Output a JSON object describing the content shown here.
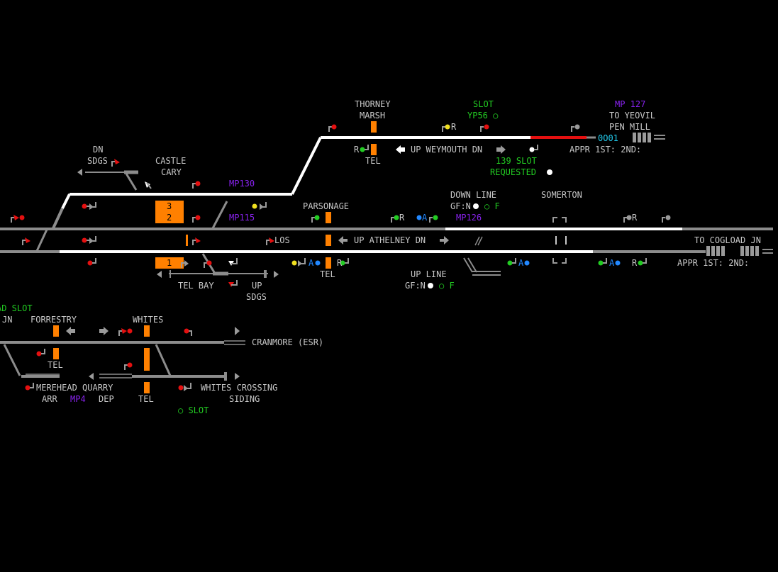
{
  "panel": {
    "colors": {
      "track_clear": "#8c8c8c",
      "track_set": "#ffffff",
      "track_occupied": "#e41010",
      "signal_red": "#e41010",
      "signal_green": "#22cc22",
      "signal_yellow": "#f0e020",
      "signal_blue": "#2288ff",
      "signal_grey": "#9a9a9a",
      "block": "#ff8000",
      "text": "#c8c8c8",
      "text_green": "#22cc22",
      "text_purple": "#8822ee",
      "text_cyan": "#22ccee"
    },
    "labels": {
      "thorney": "THORNEY",
      "marsh": "MARSH",
      "slot_top": "SLOT",
      "yp56": "YP56 ○",
      "mp127": "MP 127",
      "to_yeovil": "TO YEOVIL",
      "pen_mill": "PEN MILL",
      "dn": "DN",
      "sdgs": "SDGS",
      "castle": "CASTLE",
      "cary": "CARY",
      "tel_1": "TEL",
      "up_weymouth": "UP WEYMOUTH DN",
      "appr_1": "APPR 1ST:  2ND:",
      "slot_139": "139 SLOT",
      "requested": "REQUESTED",
      "mp130": "MP130",
      "down_line": "DOWN LINE",
      "gf_n_1": "GF:N",
      "gf_f_1": "○ F",
      "somerton": "SOMERTON",
      "parsonage": "PARSONAGE",
      "r_1": "R",
      "a_1": "A",
      "mp115": "MP115",
      "mp126": "MP126",
      "r_2": "R",
      "r_top": "R",
      "r_weym": "R",
      "los": "LOS",
      "up_athelney": "UP ATHELNEY DN",
      "to_cogload": "TO COGLOAD JN",
      "appr_2": "APPR 1ST:  2ND:",
      "a_2": "A",
      "r_3": "R",
      "tel_2": "TEL",
      "a_3": "A",
      "a_4": "A",
      "r_4": "R",
      "tel_bay": "TEL BAY",
      "up": "UP",
      "sdgs_2": "SDGS",
      "up_line": "UP LINE",
      "gf_n_2": "GF:N",
      "gf_f_2": "○ F",
      "ad_slot": "AD SLOT",
      "jn": "JN",
      "forrestry": "FORRESTRY",
      "whites": "WHITES",
      "cranmore": "CRANMORE (ESR)",
      "tel_3": "TEL",
      "merehead": "MEREHEAD QUARRY",
      "whites_crossing": "WHITES CROSSING",
      "arr": "ARR",
      "mp4": "MP4",
      "dep": "DEP",
      "tel_4": "TEL",
      "siding": "SIDING",
      "slot_bottom": "○ SLOT"
    },
    "berths": {
      "b3": "3",
      "b2": "2",
      "b1": "1",
      "headcode": "0O01"
    }
  }
}
